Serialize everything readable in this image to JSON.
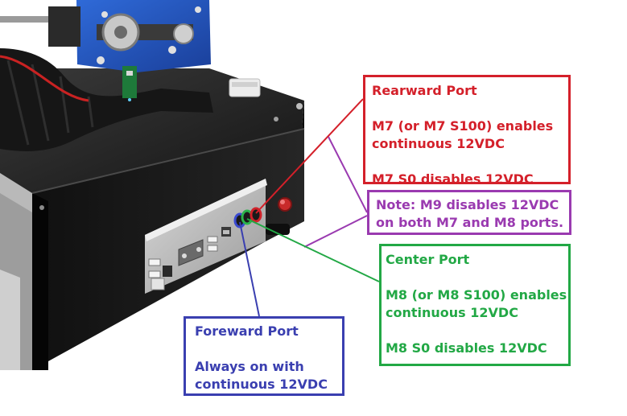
{
  "colors": {
    "rear": "#d4202a",
    "note": "#9a3ab0",
    "center": "#22a845",
    "forward": "#3a3fb0"
  },
  "callouts": {
    "rear": {
      "title": "Rearward Port",
      "line1": "M7 (or M7 S100) enables",
      "line2": "continuous 12VDC",
      "line3": "M7 S0 disables 12VDC"
    },
    "note": {
      "line1": "Note: M9 disables 12VDC",
      "line2": "on both M7 and M8 ports."
    },
    "center": {
      "title": "Center Port",
      "line1": "M8 (or M8 S100) enables",
      "line2": "continuous 12VDC",
      "line3": "M8 S0 disables 12VDC"
    },
    "forward": {
      "title": "Foreward Port",
      "line1": "Always on with",
      "line2": "continuous 12VDC"
    }
  }
}
